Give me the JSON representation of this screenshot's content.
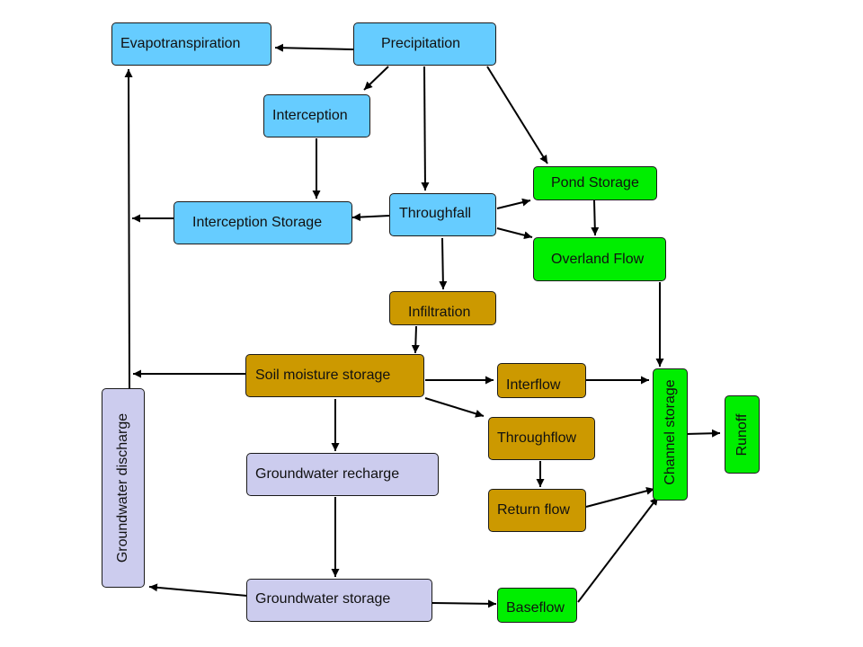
{
  "nodes": {
    "evapotranspiration": "Evapotranspiration",
    "precipitation": "Precipitation",
    "interception": "Interception",
    "interception_storage": "Interception Storage",
    "throughfall": "Throughfall",
    "pond_storage": "Pond Storage",
    "overland_flow": "Overland Flow",
    "infiltration": "Infiltration",
    "soil_moisture_storage": "Soil moisture storage",
    "interflow": "Interflow",
    "throughflow": "Throughflow",
    "return_flow": "Return flow",
    "groundwater_recharge": "Groundwater recharge",
    "groundwater_storage": "Groundwater storage",
    "baseflow": "Baseflow",
    "groundwater_discharge": "Groundwater discharge",
    "channel_storage": "Channel storage",
    "runoff": "Runoff"
  },
  "colors": {
    "atmospheric": "#66ccff",
    "surface": "#00ee00",
    "soil": "#cc9900",
    "groundwater": "#ccccee",
    "arrow": "#000000"
  }
}
